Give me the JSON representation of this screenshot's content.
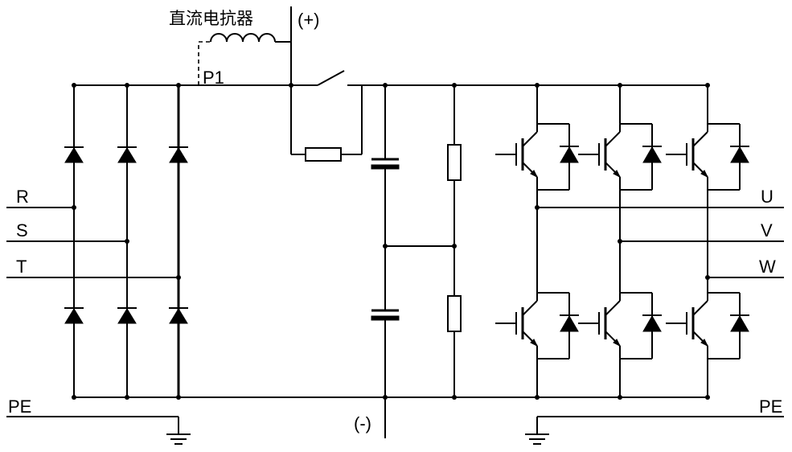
{
  "labels": {
    "choke": "直流电抗器",
    "p1": "P1",
    "dc_plus": "(+)",
    "dc_minus": "(-)",
    "input_r": "R",
    "input_s": "S",
    "input_t": "T",
    "output_u": "U",
    "output_v": "V",
    "output_w": "W",
    "pe_left": "PE",
    "pe_right": "PE"
  }
}
